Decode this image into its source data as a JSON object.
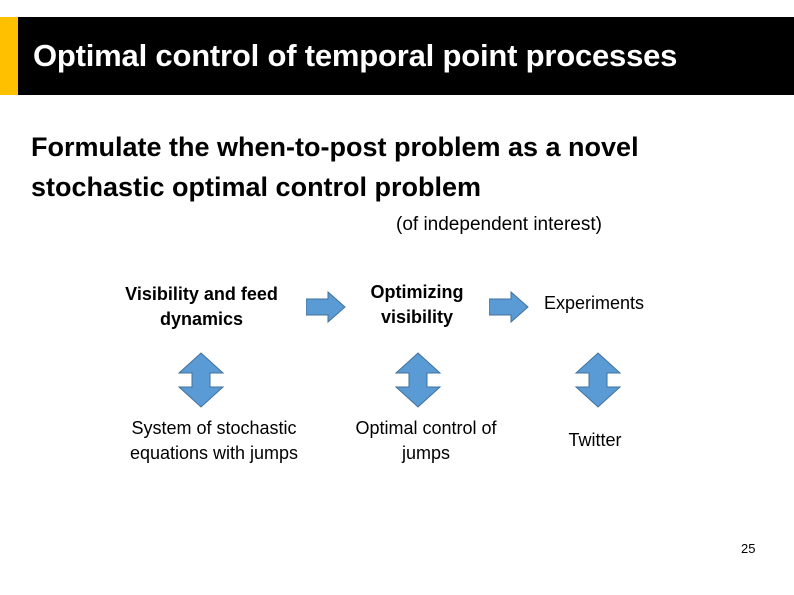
{
  "slide": {
    "title": "Optimal control of temporal point processes",
    "title_accent_color": "#ffc000",
    "title_bg_color": "#000000",
    "title_text_color": "#ffffff",
    "headline": "Formulate the when-to-post problem as a novel stochastic optimal control problem",
    "subnote": "(of independent interest)",
    "page_number": "25"
  },
  "diagram": {
    "arrow_color": "#5b9bd5",
    "nodes": [
      {
        "id": "visibility-feed-dynamics",
        "label": "Visibility and feed dynamics",
        "bold": true
      },
      {
        "id": "optimizing-visibility",
        "label": "Optimizing visibility",
        "bold": true
      },
      {
        "id": "experiments",
        "label": "Experiments",
        "bold": false
      },
      {
        "id": "system-stochastic-equations",
        "label": "System of stochastic equations with jumps",
        "bold": false
      },
      {
        "id": "optimal-control-jumps",
        "label": "Optimal control of jumps",
        "bold": false
      },
      {
        "id": "twitter",
        "label": "Twitter",
        "bold": false
      }
    ],
    "arrows": [
      {
        "id": "arrow-right-1",
        "direction": "right"
      },
      {
        "id": "arrow-right-2",
        "direction": "right"
      },
      {
        "id": "arrow-down-1",
        "direction": "up-down"
      },
      {
        "id": "arrow-down-2",
        "direction": "up-down"
      },
      {
        "id": "arrow-down-3",
        "direction": "up-down"
      }
    ]
  }
}
